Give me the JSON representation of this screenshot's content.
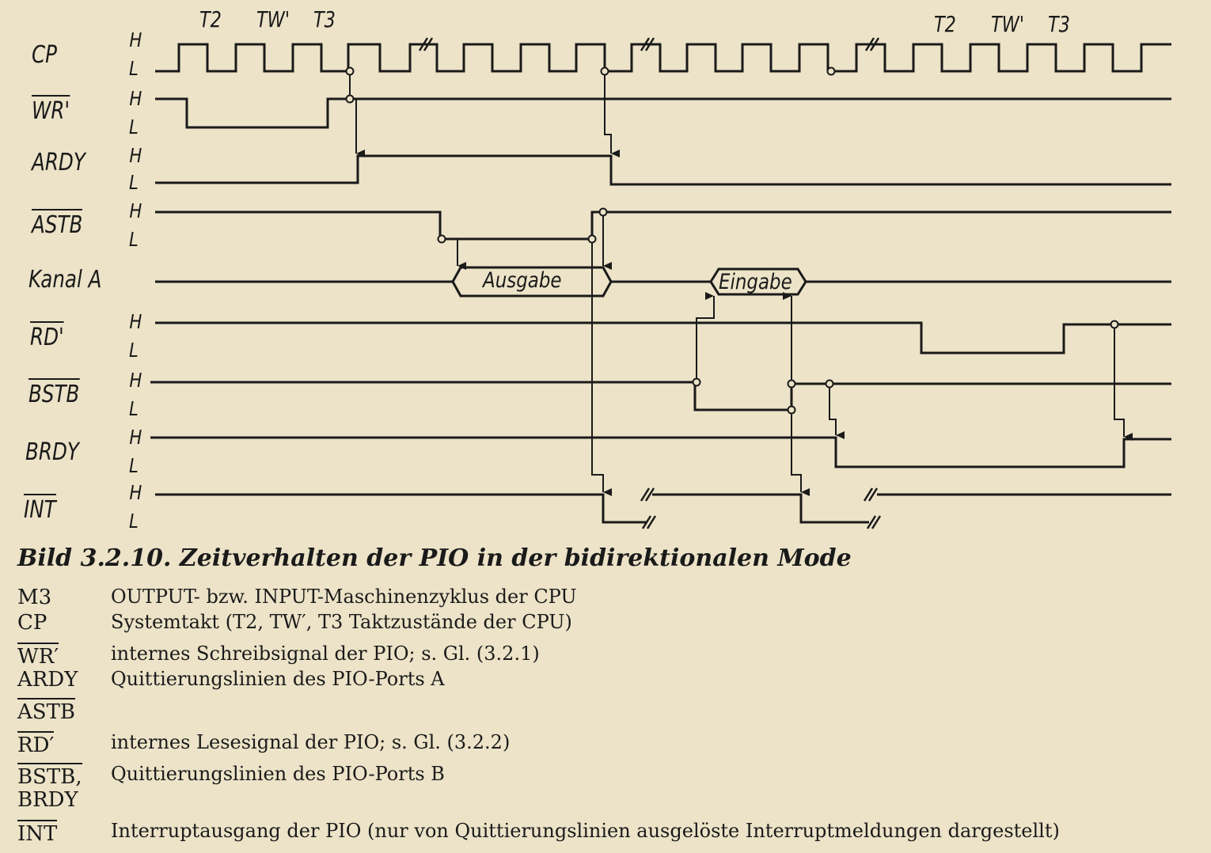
{
  "timing": {
    "phases_left": [
      "T2",
      "TW'",
      "T3"
    ],
    "phases_right": [
      "T2",
      "TW'",
      "T3"
    ],
    "signals": [
      {
        "key": "cp",
        "label": "CP",
        "overline": false
      },
      {
        "key": "wr",
        "label": "WR'",
        "overline": true
      },
      {
        "key": "ardy",
        "label": "ARDY",
        "overline": false
      },
      {
        "key": "astb",
        "label": "ASTB",
        "overline": true
      },
      {
        "key": "kanal",
        "label": "Kanal A",
        "overline": false
      },
      {
        "key": "rd",
        "label": "RD'",
        "overline": true
      },
      {
        "key": "bstb",
        "label": "BSTB",
        "overline": true
      },
      {
        "key": "brdy",
        "label": "BRDY",
        "overline": false
      },
      {
        "key": "int",
        "label": "INT",
        "overline": true
      }
    ],
    "level_high": "H",
    "level_low": "L",
    "bus_output": "Ausgabe",
    "bus_input": "Eingabe"
  },
  "caption": "Bild 3.2.10. Zeitverhalten der PIO in der bidirektionalen Mode",
  "legend": [
    {
      "abbr": "M3",
      "overline": false,
      "desc": "OUTPUT- bzw. INPUT-Maschinenzyklus der CPU"
    },
    {
      "abbr": "CP",
      "overline": false,
      "desc": "Systemtakt (T2, TW′, T3 Taktzustände der CPU)"
    },
    {
      "abbr": "WR′",
      "overline": true,
      "desc": "internes Schreibsignal der PIO; s. Gl. (3.2.1)"
    },
    {
      "abbr": "ARDY",
      "overline": false,
      "desc": "Quittierungslinien des PIO-Ports A"
    },
    {
      "abbr": "ASTB",
      "overline": true,
      "desc": ""
    },
    {
      "abbr": "RD′",
      "overline": true,
      "desc": "internes Lesesignal der PIO; s. Gl. (3.2.2)"
    },
    {
      "abbr": "BSTB,",
      "overline": true,
      "desc": "Quittierungslinien des PIO-Ports B"
    },
    {
      "abbr": "BRDY",
      "overline": false,
      "desc": ""
    },
    {
      "abbr": "INT",
      "overline": true,
      "desc": "Interruptausgang der PIO (nur von Quittierungslinien ausgelöste Interruptmeldungen dargestellt)"
    }
  ]
}
